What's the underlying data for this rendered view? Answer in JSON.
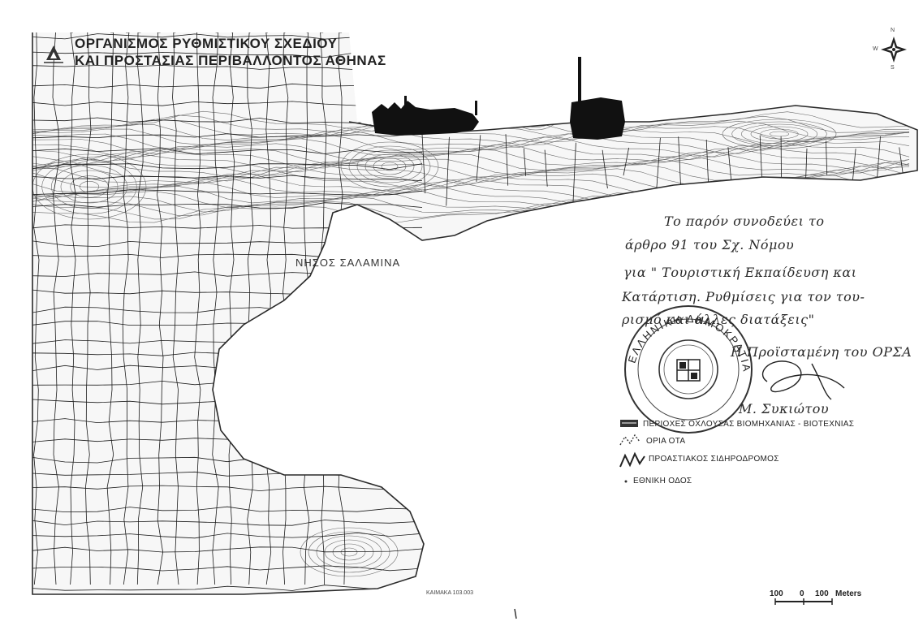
{
  "title": {
    "line1": "ΟΡΓΑΝΙΣΜΟΣ ΡΥΘΜΙΣΤΙΚΟΥ ΣΧΕΔΙΟΥ",
    "line2": "ΚΑΙ ΠΡΟΣΤΑΣΙΑΣ ΠΕΡΙΒΑΛΛΟΝΤΟΣ ΑΘΗΝΑΣ"
  },
  "map_label": "ΝΗΣΟΣ ΣΑΛΑΜΙΝΑ",
  "compass": {
    "north": "N",
    "west": "W",
    "south": "S"
  },
  "handwritten_note": [
    "Το παρόν συνοδεύει το",
    "άρθρο 91 του Σχ. Νόμου",
    "για \" Τουριστική Εκπαίδευση και",
    "Κατάρτιση. Ρυθμίσεις για τον του-",
    "ρισμό και άλλες διατάξεις\"",
    "Η Προϊσταμένη του ΟΡΣΑ",
    "Μ. Συκιώτου"
  ],
  "stamp_text": "ΕΛΛΗΝΙΚΗ ΔΗΜΟΚΡΑΤΙΑ",
  "legend": [
    {
      "label": "ΠΕΡΙΟΧΕΣ ΟΧΛΟΥΣΑΣ ΒΙΟΜΗΧΑΝΙΑΣ - ΒΙΟΤΕΧΝΙΑΣ",
      "symbol": "hatched-box"
    },
    {
      "label": "ΟΡΙΑ ΟΤΑ",
      "symbol": "dashed-line"
    },
    {
      "label": "ΠΡΟΑΣΤΙΑΚΟΣ ΣΙΔΗΡΟΔΡΟΜΟΣ",
      "symbol": "zigzag-line"
    },
    {
      "label": "ΕΘΝΙΚΗ ΟΔΟΣ",
      "symbol": "dot-line"
    }
  ],
  "sheet_ref": "ΚΑΙΜΑΚΑ 103.003",
  "scale_bar": {
    "left": "100",
    "zero": "0",
    "right": "100",
    "unit": "Meters"
  },
  "colors": {
    "ink": "#1a1a1a",
    "contour": "#6a6a6a",
    "fill": "#111111"
  }
}
